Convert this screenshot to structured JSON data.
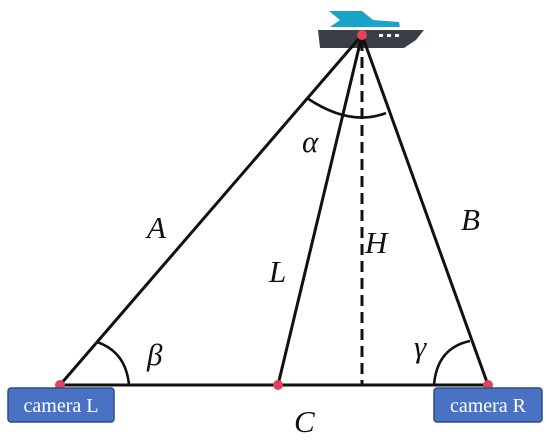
{
  "labels": {
    "alpha": "α",
    "beta": "β",
    "gamma": "γ",
    "A": "A",
    "B": "B",
    "L": "L",
    "H": "H",
    "C": "C"
  },
  "cameras": {
    "left": "camera L",
    "right": "camera R"
  },
  "icons": {
    "boat": "boat-icon"
  },
  "colors": {
    "line": "#111111",
    "point": "#e0425a",
    "camera_fill": "#4a72c4",
    "boat_hull": "#3a3f47",
    "boat_cabin": "#1aa3c8"
  }
}
